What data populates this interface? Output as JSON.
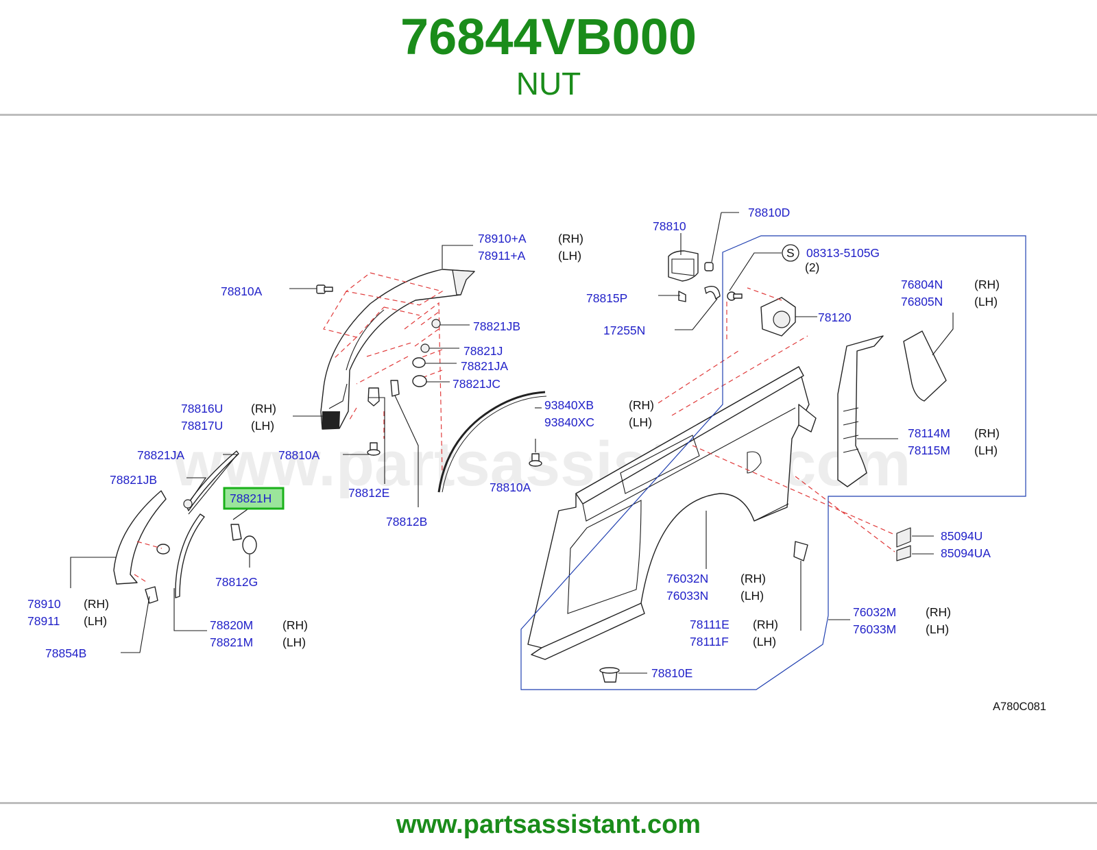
{
  "header": {
    "part_number": "76844VB000",
    "part_name": "NUT"
  },
  "diagram": {
    "watermark": "www.partsassistant.com",
    "reference_code": "A780C081",
    "side_rh": "(RH)",
    "side_lh": "(LH)",
    "highlighted_part": "78821H",
    "labels": {
      "p78910a": "78910+A",
      "p78911a": "78911+A",
      "p78810a_top": "78810A",
      "p78821jb_top": "78821JB",
      "p78821j": "78821J",
      "p78821ja_top": "78821JA",
      "p78821jc": "78821JC",
      "p78816u": "78816U",
      "p78817u": "78817U",
      "p78821ja_left": "78821JA",
      "p78810a_mid": "78810A",
      "p78821jb_left": "78821JB",
      "p78812e": "78812E",
      "p78812b": "78812B",
      "p93840xb": "93840XB",
      "p93840xc": "93840XC",
      "p78810a_bottom": "78810A",
      "p78812g": "78812G",
      "p78910": "78910",
      "p78911": "78911",
      "p78854b": "78854B",
      "p78820m": "78820M",
      "p78821m": "78821M",
      "p78810": "78810",
      "p78810d": "78810D",
      "p78815p": "78815P",
      "p17255n": "17255N",
      "s_symbol": "S",
      "p08313": "08313-5105G",
      "qty2": "(2)",
      "p78120": "78120",
      "p76804n": "76804N",
      "p76805n": "76805N",
      "p78114m": "78114M",
      "p78115m": "78115M",
      "p85094u": "85094U",
      "p85094ua": "85094UA",
      "p76032n": "76032N",
      "p76033n": "76033N",
      "p78111e": "78111E",
      "p78111f": "78111F",
      "p76032m": "76032M",
      "p76033m": "76033M",
      "p78810e": "78810E"
    },
    "colors": {
      "label": "#1f1fc8",
      "accent": "#1a8c1a",
      "leader_dashed": "#e03a3a",
      "frame_line": "#1f3fb0",
      "highlight_fill": "#9be59b",
      "highlight_border": "#19b119"
    }
  },
  "footer": {
    "url": "www.partsassistant.com"
  }
}
